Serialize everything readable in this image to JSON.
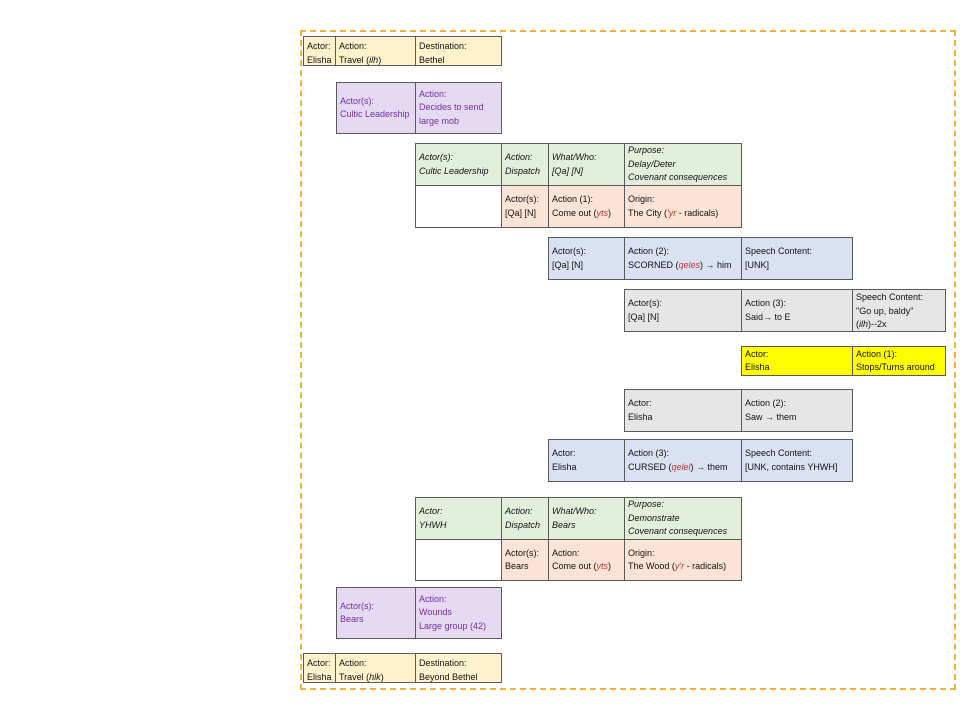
{
  "rows": {
    "r1": {
      "actor": {
        "label": "Actor:",
        "value": "Elisha"
      },
      "action": {
        "label": "Action:",
        "pre": "Travel (",
        "root": "ilh",
        "post": ")"
      },
      "destination": {
        "label": "Destination:",
        "value": "Bethel"
      }
    },
    "r2": {
      "actors": {
        "label": "Actor(s):",
        "value": "Cultic Leadership"
      },
      "action": {
        "label": "Action:",
        "line1": "Decides to send",
        "line2": "large mob"
      }
    },
    "r3": {
      "actors": {
        "label": "Actor(s):",
        "value": "Cultic Leadership"
      },
      "action": {
        "label": "Action:",
        "value": "Dispatch"
      },
      "what": {
        "label": "What/Who:",
        "value": "[Qa] [N]"
      },
      "purpose": {
        "label": "Purpose:",
        "line1": "Delay/Deter",
        "line2": "Covenant consequences"
      }
    },
    "r4": {
      "actors": {
        "label": "Actor(s):",
        "value": "[Qa] [N]"
      },
      "action": {
        "label": "Action (1):",
        "pre": "Come out (",
        "root": "yts",
        "post": ")"
      },
      "origin": {
        "label": "Origin:",
        "pre": "The City (",
        "root": "'yr",
        "post": " - radicals)"
      }
    },
    "r5": {
      "actors": {
        "label": "Actor(s):",
        "value": "[Qa] [N]"
      },
      "action": {
        "label": "Action (2):",
        "pre": "SCORNED (",
        "root": "qeles",
        "post": ") → him"
      },
      "speech": {
        "label": "Speech Content:",
        "value": "[UNK]"
      }
    },
    "r6": {
      "actors": {
        "label": "Actor(s):",
        "value": "[Qa] [N]"
      },
      "action": {
        "label": "Action (3):",
        "value": "Said→ to E"
      },
      "speech": {
        "label": "Speech Content:",
        "line1": "\"Go up, baldy\"",
        "root": "ilh",
        "post": ")--2x"
      }
    },
    "r7": {
      "actor": {
        "label": "Actor:",
        "value": "Elisha"
      },
      "action": {
        "label": "Action (1):",
        "value": "Stops/Turns around"
      }
    },
    "r8": {
      "actor": {
        "label": "Actor:",
        "value": "Elisha"
      },
      "action": {
        "label": "Action (2):",
        "value": "Saw → them"
      }
    },
    "r9": {
      "actor": {
        "label": "Actor:",
        "value": "Elisha"
      },
      "action": {
        "label": "Action (3):",
        "pre": "CURSED (",
        "root": "qelel",
        "post": ") → them"
      },
      "speech": {
        "label": "Speech Content:",
        "value": "[UNK, contains YHWH]"
      }
    },
    "r10": {
      "actor": {
        "label": "Actor:",
        "value": "YHWH"
      },
      "action": {
        "label": "Action:",
        "value": "Dispatch"
      },
      "what": {
        "label": "What/Who:",
        "value": "Bears"
      },
      "purpose": {
        "label": "Purpose:",
        "line1": "Demonstrate",
        "line2": "Covenant consequences"
      }
    },
    "r11": {
      "actors": {
        "label": "Actor(s):",
        "value": "Bears"
      },
      "action": {
        "label": "Action:",
        "pre": "Come out (",
        "root": "yts",
        "post": ")"
      },
      "origin": {
        "label": "Origin:",
        "pre": "The Wood (",
        "root": "y'r",
        "post": " - radicals)"
      }
    },
    "r12": {
      "actors": {
        "label": "Actor(s):",
        "value": "Bears"
      },
      "action": {
        "label": "Action:",
        "line1": "Wounds",
        "line2": "Large group (42)"
      }
    },
    "r13": {
      "actor": {
        "label": "Actor:",
        "value": "Elisha"
      },
      "action": {
        "label": "Action:",
        "pre": "Travel (",
        "root": "hlk",
        "post": ")"
      },
      "destination": {
        "label": "Destination:",
        "value": "Beyond Bethel"
      }
    }
  },
  "colors": {
    "frame": "#f2b233",
    "yellow": "#fff2cc",
    "purple": "#e6d9f2",
    "green": "#e2efda",
    "salmon": "#fbe4d5",
    "blue": "#d9e1f2",
    "gray": "#e7e6e6",
    "highlight": "#ffff00",
    "root_text": "#c0392b"
  }
}
